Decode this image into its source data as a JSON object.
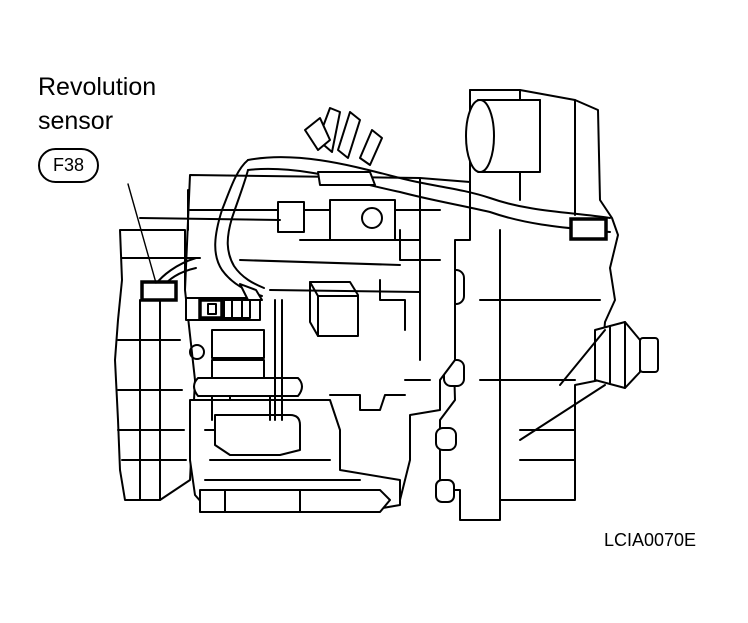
{
  "callout": {
    "line1": "Revolution",
    "line2": "sensor",
    "connector": "F38"
  },
  "figure_code": "LCIA0070E",
  "colors": {
    "ink": "#000000",
    "paper": "#ffffff"
  }
}
